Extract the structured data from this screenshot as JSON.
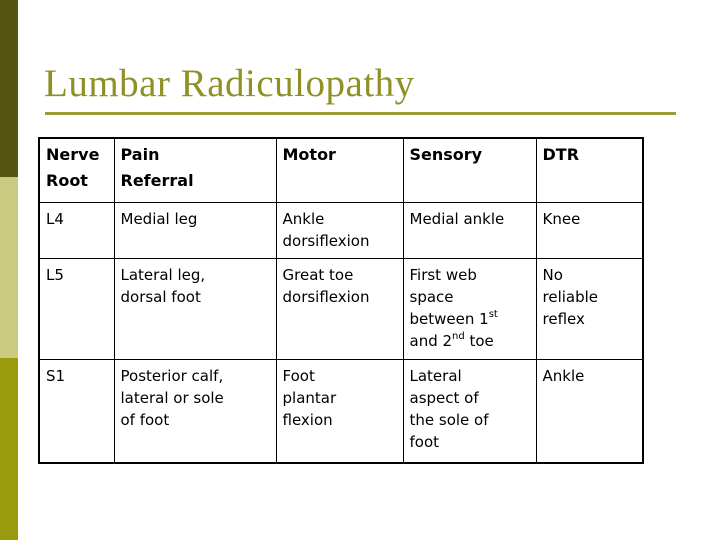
{
  "slide": {
    "title": "Lumbar Radiculopathy",
    "colors": {
      "title_text": "#8F9026",
      "title_rule": "#9C9C33",
      "sidebar_top": "#555514",
      "sidebar_middle": "#C9CB80",
      "sidebar_bottom": "#9A9B0C",
      "table_border": "#000000",
      "body_text": "#000000",
      "background": "#FFFFFF"
    }
  },
  "table": {
    "headers": [
      {
        "lines": [
          "Nerve",
          "Root"
        ]
      },
      {
        "lines": [
          "Pain",
          "Referral"
        ]
      },
      {
        "lines": [
          "Motor"
        ]
      },
      {
        "lines": [
          "Sensory"
        ]
      },
      {
        "lines": [
          "DTR"
        ]
      }
    ],
    "rows": [
      {
        "root": "L4",
        "pain": [
          "Medial leg"
        ],
        "motor": [
          "Ankle",
          "dorsiflexion"
        ],
        "sensory": [
          "Medial ankle"
        ],
        "dtr": [
          "Knee"
        ]
      },
      {
        "root": "L5",
        "pain": [
          "Lateral leg,",
          "dorsal foot"
        ],
        "motor": [
          "Great toe",
          "dorsiflexion"
        ],
        "sensory_line1": "First web",
        "sensory_line2": "space",
        "sensory_line3": {
          "text": "between 1",
          "sup": "st"
        },
        "sensory_line4": {
          "pre": "and 2",
          "sup": "nd",
          "post": " toe"
        },
        "dtr": [
          "No",
          "reliable",
          "reflex"
        ]
      },
      {
        "root": "S1",
        "pain": [
          "Posterior calf,",
          "lateral or sole",
          "of foot"
        ],
        "motor": [
          "Foot",
          "plantar",
          "flexion"
        ],
        "sensory": [
          "Lateral",
          "aspect of",
          "the sole of",
          "foot"
        ],
        "dtr": [
          "Ankle"
        ]
      }
    ]
  }
}
